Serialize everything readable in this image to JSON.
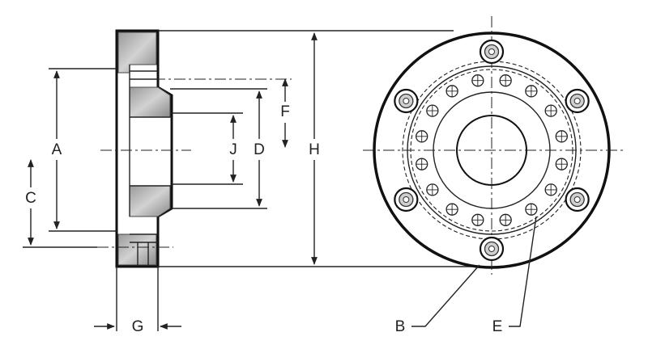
{
  "drawing": {
    "labels": {
      "A": "A",
      "B": "B",
      "C": "C",
      "D": "D",
      "E": "E",
      "F": "F",
      "G": "G",
      "H": "H",
      "J": "J"
    },
    "bolt_holes_outer": 6,
    "bolt_holes_inner": 16
  }
}
